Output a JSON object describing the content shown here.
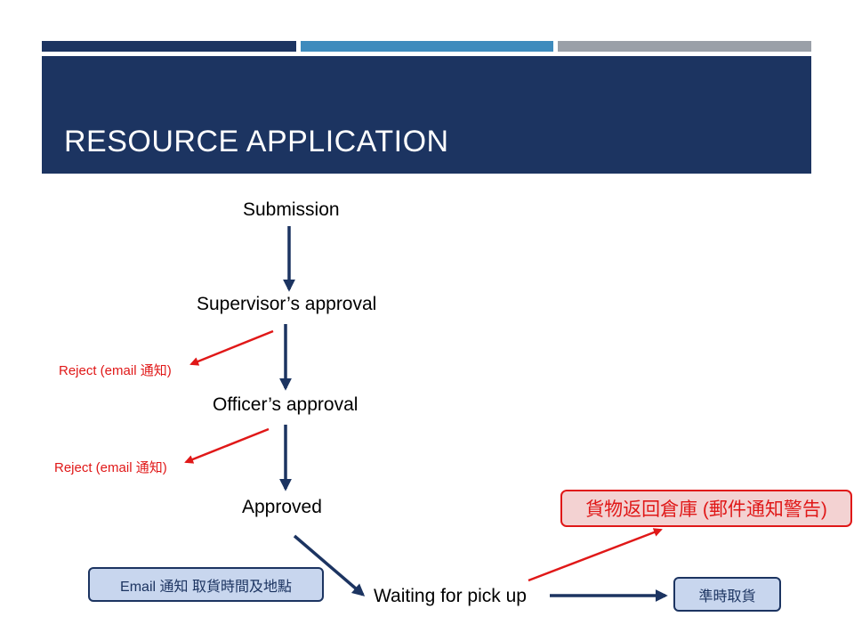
{
  "slide": {
    "title": "RESOURCE APPLICATION"
  },
  "flow": {
    "submission": "Submission",
    "supervisor_approval": "Supervisor’s approval",
    "officer_approval": "Officer’s approval",
    "approved": "Approved",
    "waiting": "Waiting for pick up",
    "reject_1": "Reject (email 通知)",
    "reject_2": "Reject (email 通知)",
    "email_notice": "Email 通知 取貨時間及地點",
    "pickup_on_time": "準時取貨",
    "return_warehouse": "貨物返回倉庫 (郵件通知警告)"
  },
  "colors": {
    "navy": "#1c3461",
    "blue": "#3e8bbd",
    "gray": "#9aa0a8",
    "red": "#e01818",
    "box_fill": "#c8d6ee"
  }
}
